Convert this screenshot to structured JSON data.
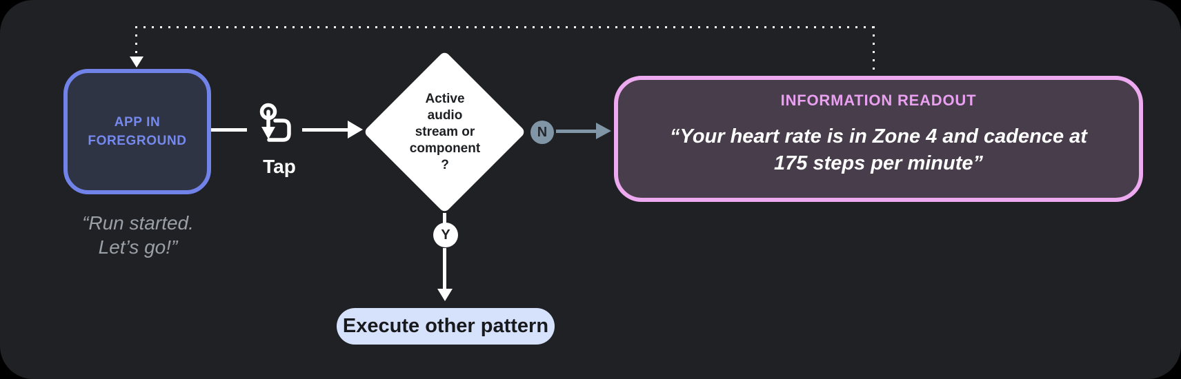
{
  "diagram": {
    "background": {
      "outer": "#000000",
      "card": "#202124"
    },
    "feedback_loop": {
      "style": "dotted",
      "color": "#ffffff"
    },
    "app_node": {
      "lines": [
        "APP IN",
        "FOREGROUND"
      ],
      "border_color": "#7183e8",
      "fill": "#2e3444",
      "text_color": "#7589ee"
    },
    "app_caption": {
      "lines": [
        "“Run started.",
        "Let’s go!”"
      ],
      "color": "#9aa0a6"
    },
    "tap": {
      "label": "Tap",
      "icon": "tap-gesture-icon",
      "color": "#ffffff"
    },
    "decision": {
      "lines": [
        "Active",
        "audio",
        "stream or",
        "component",
        "?"
      ],
      "fill": "#ffffff",
      "text_color": "#1d1f22"
    },
    "no_branch": {
      "badge": "N",
      "badge_fill": "#8095a5",
      "badge_text_color": "#23262b",
      "arrow_color": "#8095a5"
    },
    "yes_branch": {
      "badge": "Y",
      "badge_fill": "#ffffff",
      "badge_text_color": "#202124",
      "arrow_color": "#ffffff"
    },
    "readout_node": {
      "title": "INFORMATION READOUT",
      "quote_lines": [
        "“Your heart rate is in Zone 4 and cadence at",
        "175 steps per minute”"
      ],
      "border_color": "#eeaaf0",
      "fill": "#483d4b",
      "title_color": "#e9a0f0",
      "quote_color": "#ffffff"
    },
    "execute_node": {
      "label": "Execute other pattern",
      "fill": "#d6e2fc",
      "text_color": "#17191c"
    }
  }
}
